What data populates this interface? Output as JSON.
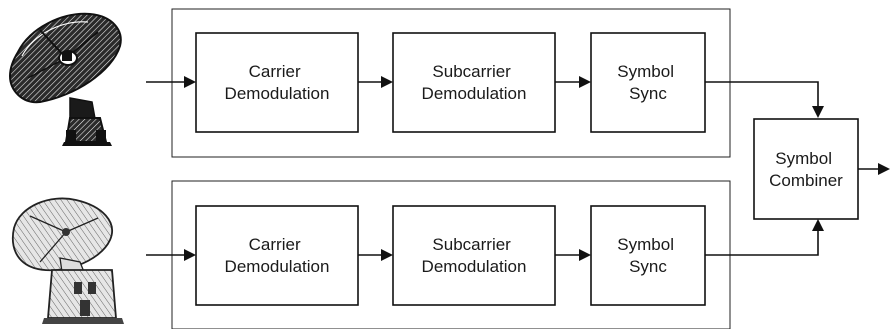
{
  "chains": [
    {
      "blocks": [
        "Carrier Demodulation",
        "Subcarrier Demodulation",
        "Symbol Sync"
      ]
    },
    {
      "blocks": [
        "Carrier Demodulation",
        "Subcarrier Demodulation",
        "Symbol Sync"
      ]
    }
  ],
  "combiner": {
    "label": "Symbol Combiner"
  },
  "antennas": [
    {
      "icon": "dark-dish-antenna-icon"
    },
    {
      "icon": "light-dish-antenna-icon"
    }
  ]
}
